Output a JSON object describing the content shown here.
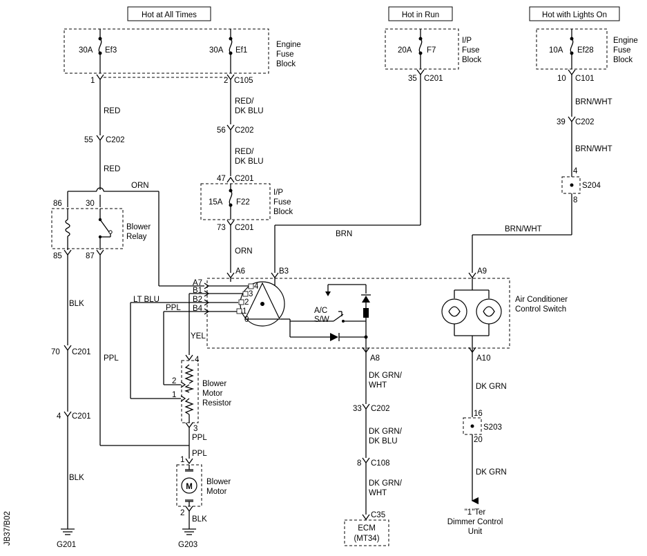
{
  "headers": {
    "hot_at_all_times": "Hot at All Times",
    "hot_in_run": "Hot in Run",
    "hot_with_lights_on": "Hot with Lights On"
  },
  "fuses": {
    "ef3": {
      "amp": "30A",
      "name": "Ef3"
    },
    "ef1": {
      "amp": "30A",
      "name": "Ef1"
    },
    "f7": {
      "amp": "20A",
      "name": "F7"
    },
    "ef28": {
      "amp": "10A",
      "name": "Ef28"
    },
    "f22": {
      "amp": "15A",
      "name": "F22"
    }
  },
  "blocks": {
    "engine_fuse_block_left": [
      "Engine",
      "Fuse",
      "Block"
    ],
    "ip_fuse_block_top": [
      "I/P",
      "Fuse",
      "Block"
    ],
    "engine_fuse_block_right": [
      "Engine",
      "Fuse",
      "Block"
    ],
    "ip_fuse_block_mid": [
      "I/P",
      "Fuse",
      "Block"
    ]
  },
  "components": {
    "blower_relay": [
      "Blower",
      "Relay"
    ],
    "blower_motor_resistor": [
      "Blower",
      "Motor",
      "Resistor"
    ],
    "blower_motor": [
      "Blower",
      "Motor"
    ],
    "ac_control_switch": [
      "Air Conditioner",
      "Control Switch"
    ],
    "ac_sw": [
      "A/C",
      "S/W"
    ],
    "motor_symbol": "M",
    "ecm": [
      "ECM",
      "(MT34)"
    ],
    "dimmer": [
      "\"1\"Ter",
      "Dimmer Control",
      "Unit"
    ]
  },
  "connectors": {
    "c105": "C105",
    "c201": "C201",
    "c101": "C101",
    "c202": "C202",
    "c108": "C108",
    "c35": "C35"
  },
  "pins": {
    "p1": "1",
    "p2": "2",
    "p35": "35",
    "p10": "10",
    "p55": "55",
    "p56": "56",
    "p39": "39",
    "p47": "47",
    "p73": "73",
    "p4": "4",
    "p8": "8",
    "p86": "86",
    "p30": "30",
    "p85": "85",
    "p87": "87",
    "a6": "A6",
    "b3": "B3",
    "a9": "A9",
    "a7": "A7",
    "b1": "B1",
    "b2": "B2",
    "b4": "B4",
    "a8": "A8",
    "a10": "A10",
    "p70": "70",
    "p33": "33",
    "p16": "16",
    "p20": "20",
    "r4": "4",
    "r2": "2",
    "r1": "1",
    "r3": "3",
    "m1": "1",
    "m2": "2",
    "c201_4": "4",
    "c108_8": "8"
  },
  "splices": {
    "s204": "S204",
    "s203": "S203"
  },
  "wires": {
    "red": "RED",
    "red_dk_blu": [
      "RED/",
      "DK BLU"
    ],
    "brn_wht": "BRN/WHT",
    "orn": "ORN",
    "brn": "BRN",
    "blk": "BLK",
    "ppl": "PPL",
    "lt_blu": "LT BLU",
    "yel": "YEL",
    "dk_grn_wht": [
      "DK GRN/",
      "WHT"
    ],
    "dk_grn_dk_blu": [
      "DK GRN/",
      "DK BLU"
    ],
    "dk_grn": "DK GRN"
  },
  "grounds": {
    "g201": "G201",
    "g203": "G203"
  },
  "switch_positions": [
    "4",
    "3",
    "2",
    "1",
    "0"
  ],
  "doc_id": "JB37/B02"
}
